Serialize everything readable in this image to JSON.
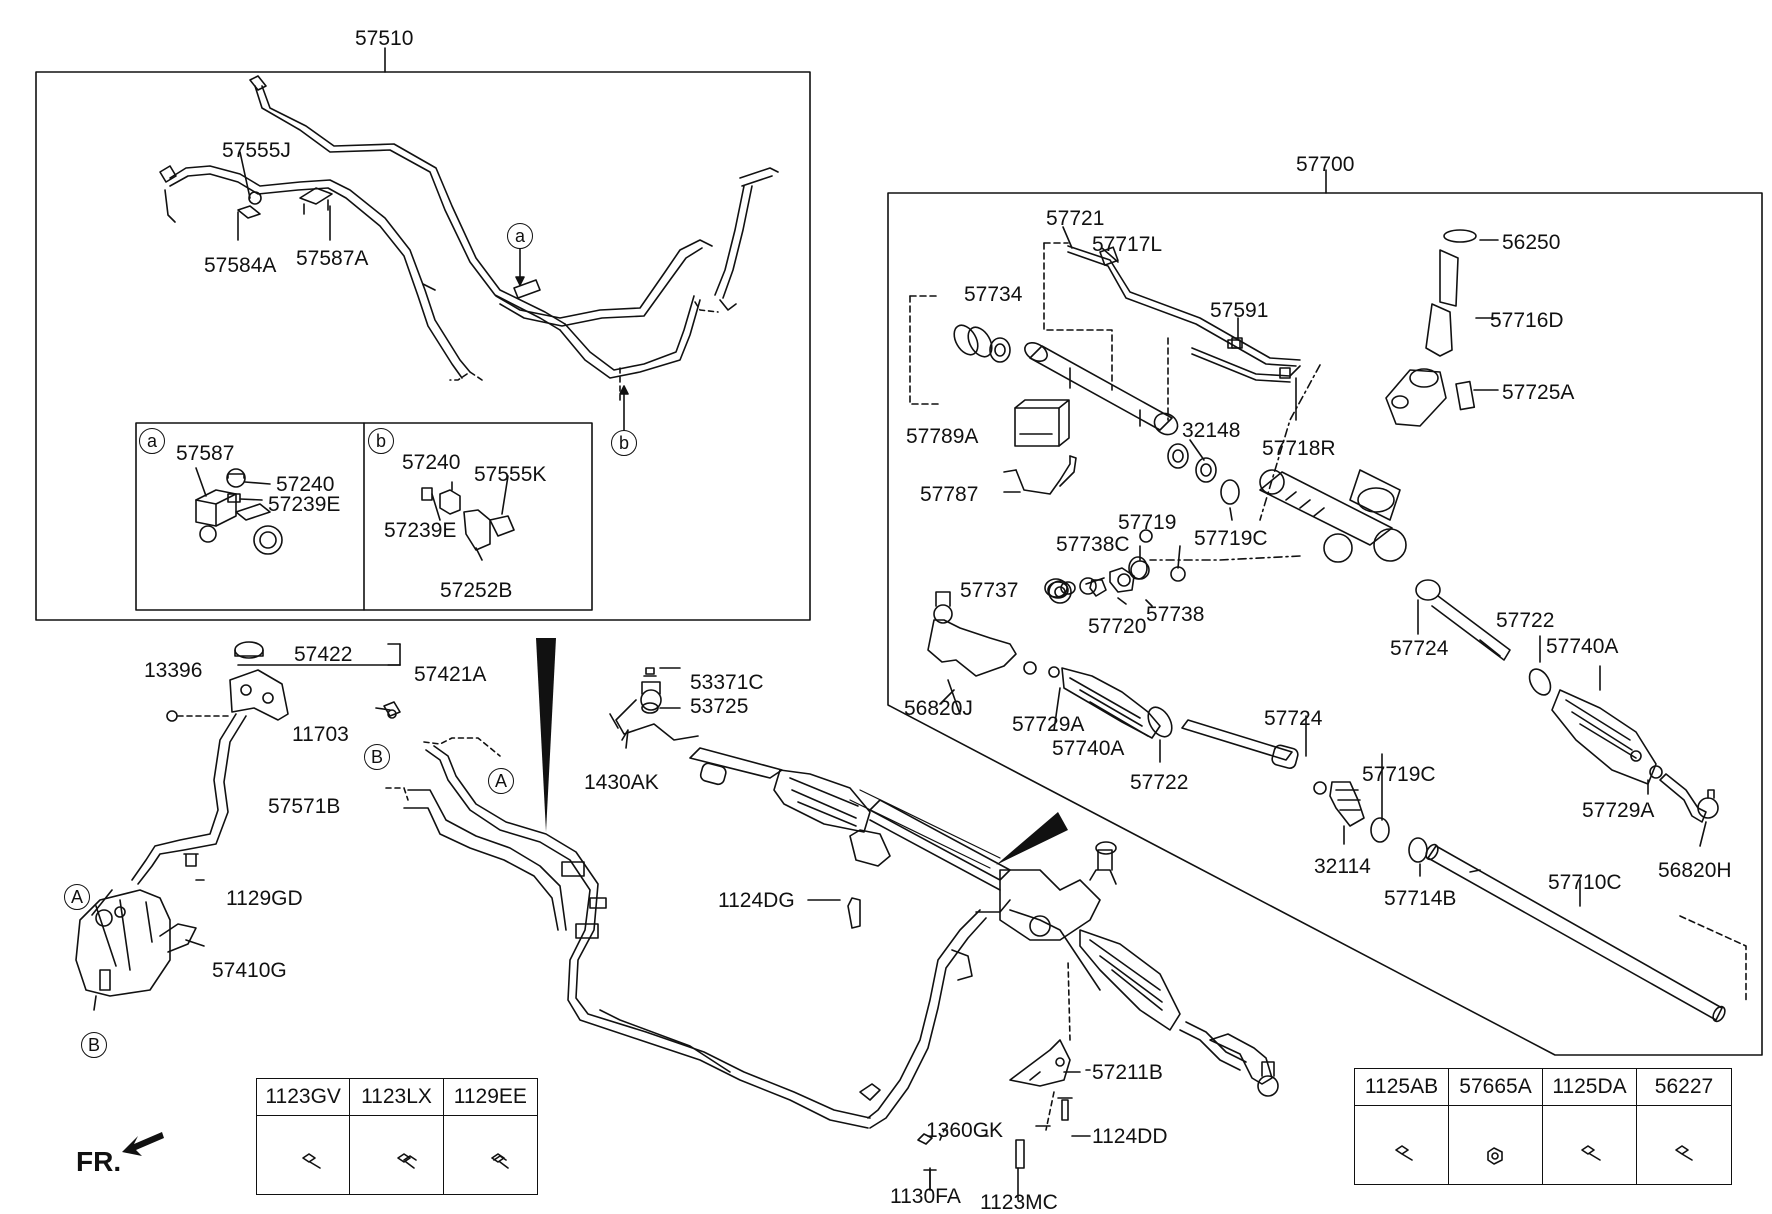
{
  "labels": {
    "l57510": "57510",
    "l57555J": "57555J",
    "l57584A": "57584A",
    "l57587A": "57587A",
    "l57587": "57587",
    "l57240a": "57240",
    "l57239Ea": "57239E",
    "l57240b": "57240",
    "l57555K": "57555K",
    "l57239Eb": "57239E",
    "l57252B": "57252B",
    "l57700": "57700",
    "l57721": "57721",
    "l57717L": "57717L",
    "l56250": "56250",
    "l57734": "57734",
    "l57716D": "57716D",
    "l57591": "57591",
    "l57725A": "57725A",
    "l57789A": "57789A",
    "l32148": "32148",
    "l57718R": "57718R",
    "l57787": "57787",
    "l57719": "57719",
    "l57738C": "57738C",
    "l57719C": "57719C",
    "l57737": "57737",
    "l57720": "57720",
    "l57738": "57738",
    "l57722a": "57722",
    "l57724a": "57724",
    "l57740A": "57740A",
    "l56820J": "56820J",
    "l57729A": "57729A",
    "l57740Ab": "57740A",
    "l57724b": "57724",
    "l57722b": "57722",
    "l57719Cb": "57719C",
    "l57729Ab": "57729A",
    "l32114": "32114",
    "l56820H": "56820H",
    "l57710C": "57710C",
    "l57714B": "57714B",
    "l13396": "13396",
    "l57422": "57422",
    "l57421A": "57421A",
    "l11703": "11703",
    "l57571B": "57571B",
    "l1129GD": "1129GD",
    "l57410G": "57410G",
    "l53371C": "53371C",
    "l53725": "53725",
    "l1430AK": "1430AK",
    "l1124DG": "1124DG",
    "l57211B": "57211B",
    "l1360GK": "1360GK",
    "l1124DD": "1124DD",
    "l1130FA": "1130FA",
    "l1123MC": "1123MC"
  },
  "callouts": {
    "a_top": "a",
    "b_top": "b",
    "a_box": "a",
    "b_box": "b",
    "A_left": "A",
    "B_left": "B",
    "A_hose": "A",
    "B_hose": "B"
  },
  "fastener_table_left": [
    "1123GV",
    "1123LX",
    "1129EE"
  ],
  "fastener_table_right": [
    "1125AB",
    "57665A",
    "1125DA",
    "56227"
  ],
  "direction": {
    "label": "FR."
  },
  "colors": {
    "line": "#111111",
    "background": "#ffffff"
  }
}
